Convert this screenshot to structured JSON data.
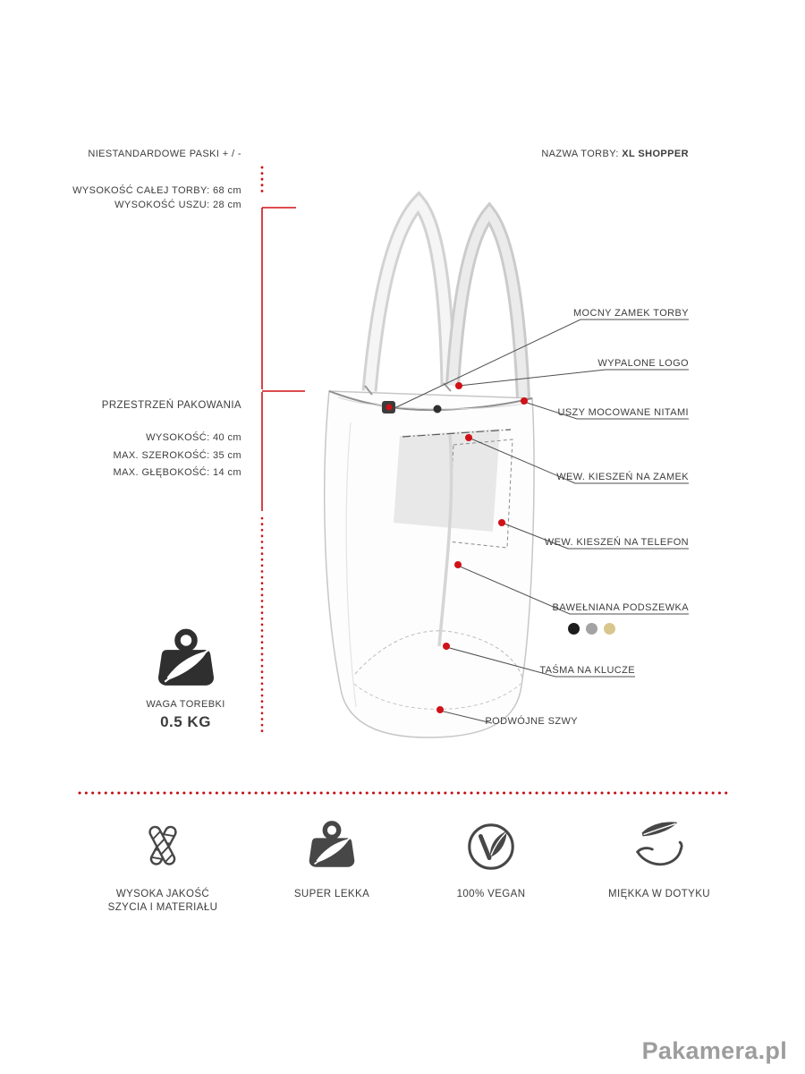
{
  "header": {
    "straps_note": "NIESTANDARDOWE PASKI + / -",
    "bag_name_label": "NAZWA TORBY: ",
    "bag_name_value": "XL SHOPPER",
    "total_height": "WYSOKOŚĆ CAŁEJ TORBY: 68 cm",
    "handle_height": "WYSOKOŚĆ USZU:  28 cm"
  },
  "packing": {
    "title": "PRZESTRZEŃ PAKOWANIA",
    "height": "WYSOKOŚĆ: 40 cm",
    "max_width": "MAX. SZEROKOŚĆ: 35 cm",
    "max_depth": "MAX. GŁĘBOKOŚĆ: 14 cm"
  },
  "weight": {
    "icon": "weight-feather-icon",
    "label": "WAGA TOREBKI",
    "value": "0.5 KG"
  },
  "callouts": [
    "MOCNY ZAMEK TORBY",
    "WYPALONE LOGO",
    "USZY MOCOWANE NITAMI",
    "WEW. KIESZEŃ NA ZAMEK",
    "WEW. KIESZEŃ NA TELEFON",
    "BAWEŁNIANA PODSZEWKA",
    "TAŚMA NA KLUCZE",
    "PODWÓJNE SZWY"
  ],
  "lining_colors": [
    "#1c1c1c",
    "#a3a3a3",
    "#d8c68d"
  ],
  "features": [
    {
      "icon": "stitching-quality-icon",
      "line1": "WYSOKA JAKOŚĆ",
      "line2": "SZYCIA I MATERIAŁU"
    },
    {
      "icon": "lightweight-feather-icon",
      "line1": "SUPER LEKKA",
      "line2": ""
    },
    {
      "icon": "vegan-leaf-icon",
      "line1": "100% VEGAN",
      "line2": ""
    },
    {
      "icon": "soft-touch-hand-icon",
      "line1": "MIĘKKA W DOTYKU",
      "line2": ""
    }
  ],
  "brand": "Pakamera.pl",
  "colors": {
    "accent_red": "#d01117",
    "text": "#3d3d3d",
    "muted_gray": "#9d9d9d"
  }
}
